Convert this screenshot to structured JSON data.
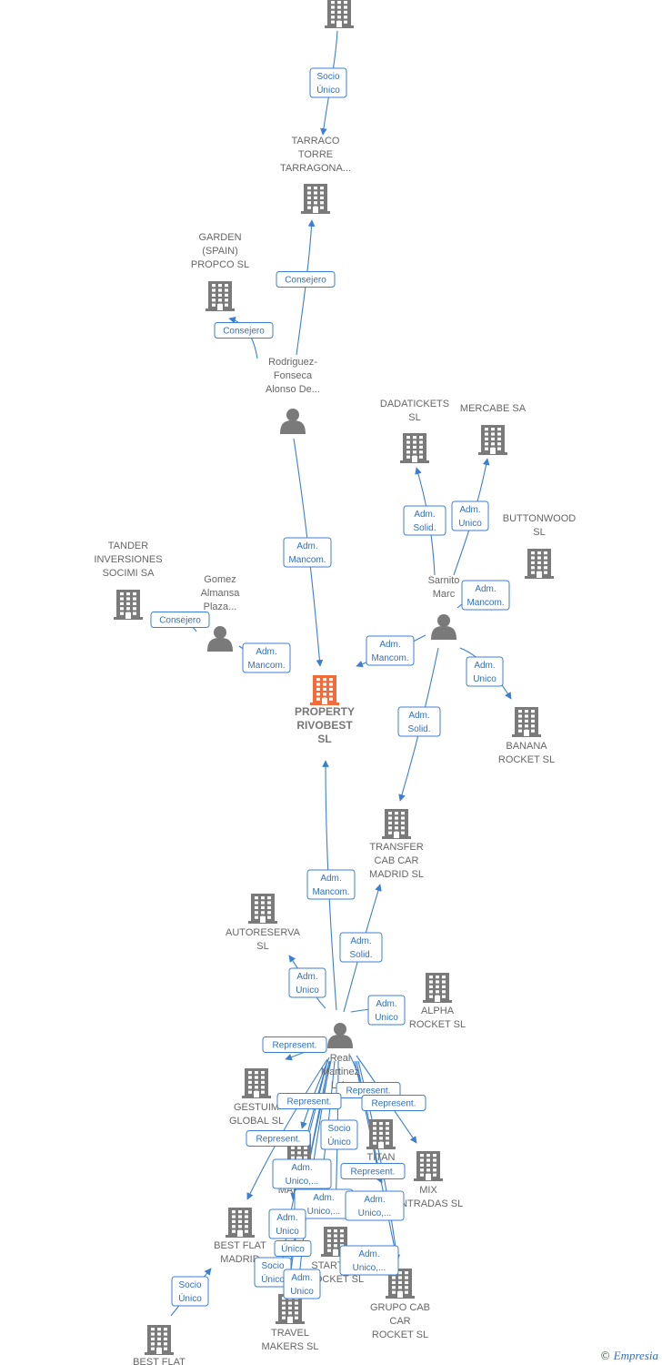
{
  "colors": {
    "company": "#7a7a7a",
    "main_company": "#f26b3a",
    "person": "#7a7a7a",
    "edge": "#3b7fd4"
  },
  "nodes": [
    {
      "id": "top",
      "type": "company",
      "lines": []
    },
    {
      "id": "tarraco",
      "type": "company",
      "lines": [
        "TARRACO",
        "TORRE",
        "TARRAGONA..."
      ]
    },
    {
      "id": "garden",
      "type": "company",
      "lines": [
        "GARDEN",
        "(SPAIN)",
        "PROPCO  SL"
      ]
    },
    {
      "id": "rodriguez",
      "type": "person",
      "lines": [
        "Rodriguez-",
        "Fonseca",
        "Alonso De..."
      ]
    },
    {
      "id": "dadatickets",
      "type": "company",
      "lines": [
        "DADATICKETS",
        "SL"
      ]
    },
    {
      "id": "mercabe",
      "type": "company",
      "lines": [
        "MERCABE SA"
      ]
    },
    {
      "id": "buttonwood",
      "type": "company",
      "lines": [
        "BUTTONWOOD",
        "SL"
      ]
    },
    {
      "id": "tander",
      "type": "company",
      "lines": [
        "TANDER",
        "INVERSIONES",
        "SOCIMI SA"
      ]
    },
    {
      "id": "gomez",
      "type": "person",
      "lines": [
        "Gomez",
        "Almansa",
        "Plaza..."
      ]
    },
    {
      "id": "sarnito",
      "type": "person",
      "lines": [
        "Sarnito",
        "Marc"
      ]
    },
    {
      "id": "property",
      "type": "main",
      "lines": [
        "PROPERTY",
        "RIVOBEST",
        "SL"
      ]
    },
    {
      "id": "banana",
      "type": "company",
      "lines": [
        "BANANA",
        "ROCKET  SL"
      ]
    },
    {
      "id": "transfer",
      "type": "company",
      "lines": [
        "TRANSFER",
        "CAB CAR",
        "MADRID  SL"
      ]
    },
    {
      "id": "autoreserva",
      "type": "company",
      "lines": [
        "AUTORESERVA",
        "SL"
      ]
    },
    {
      "id": "alpha",
      "type": "company",
      "lines": [
        "ALPHA",
        "ROCKET  SL"
      ]
    },
    {
      "id": "real",
      "type": "person",
      "lines": [
        "Real",
        "Martinez",
        "Luis"
      ]
    },
    {
      "id": "gestuim",
      "type": "company",
      "lines": [
        "GESTUIM",
        "GLOBAL  SL"
      ]
    },
    {
      "id": "titan",
      "type": "company",
      "lines": [
        "TITAN"
      ]
    },
    {
      "id": "mix",
      "type": "company",
      "lines": [
        "MIX",
        "ENTRADAS  SL"
      ]
    },
    {
      "id": "makers",
      "type": "company",
      "lines": [
        "MAKERS"
      ]
    },
    {
      "id": "bestflat",
      "type": "company",
      "lines": [
        "BEST FLAT",
        "MADRID"
      ]
    },
    {
      "id": "start",
      "type": "company",
      "lines": [
        "START  UP",
        "ROCKET  SL"
      ]
    },
    {
      "id": "grupo",
      "type": "company",
      "lines": [
        "GRUPO CAB",
        "CAR",
        "ROCKET  SL"
      ]
    },
    {
      "id": "travel",
      "type": "company",
      "lines": [
        "TRAVEL",
        "MAKERS SL"
      ]
    },
    {
      "id": "bestflat2",
      "type": "company",
      "lines": [
        "BEST FLAT"
      ]
    }
  ],
  "edges": [
    {
      "from": "top",
      "to": "tarraco",
      "label": [
        "Socio",
        "Único"
      ]
    },
    {
      "from": "rodriguez",
      "to": "tarraco",
      "label": [
        "Consejero"
      ]
    },
    {
      "from": "rodriguez",
      "to": "garden",
      "label": [
        "Consejero"
      ]
    },
    {
      "from": "rodriguez",
      "to": "property",
      "label": [
        "Adm.",
        "Mancom."
      ]
    },
    {
      "from": "sarnito",
      "to": "dadatickets",
      "label": [
        "Adm.",
        "Solid."
      ]
    },
    {
      "from": "sarnito",
      "to": "mercabe",
      "label": [
        "Adm.",
        "Unico"
      ]
    },
    {
      "from": "sarnito",
      "to": "buttonwood",
      "label": [
        "Adm.",
        "Mancom."
      ]
    },
    {
      "from": "sarnito",
      "to": "property",
      "label": [
        "Adm.",
        "Mancom."
      ]
    },
    {
      "from": "sarnito",
      "to": "banana",
      "label": [
        "Adm.",
        "Unico"
      ]
    },
    {
      "from": "sarnito",
      "to": "transfer",
      "label": [
        "Adm.",
        "Solid."
      ]
    },
    {
      "from": "gomez",
      "to": "tander",
      "label": [
        "Consejero"
      ]
    },
    {
      "from": "gomez",
      "to": "property",
      "label": [
        "Adm.",
        "Mancom."
      ]
    },
    {
      "from": "real",
      "to": "property",
      "label": [
        "Adm.",
        "Mancom."
      ]
    },
    {
      "from": "real",
      "to": "transfer",
      "label": [
        "Adm.",
        "Solid."
      ]
    },
    {
      "from": "real",
      "to": "autoreserva",
      "label": [
        "Adm.",
        "Unico"
      ]
    },
    {
      "from": "real",
      "to": "alpha",
      "label": [
        "Adm.",
        "Unico"
      ]
    },
    {
      "from": "real",
      "to": "gestuim",
      "label": [
        "Represent."
      ]
    },
    {
      "from": "real",
      "to": "titan",
      "label": [
        "Represent."
      ]
    },
    {
      "from": "real",
      "to": "mix",
      "label": [
        "Represent."
      ]
    },
    {
      "from": "real",
      "to": "makers",
      "label": [
        "Represent."
      ]
    },
    {
      "from": "real",
      "to": "bestflat",
      "label": [
        "Represent."
      ]
    },
    {
      "from": "real",
      "to": "start",
      "label": [
        "Socio",
        "Único"
      ]
    },
    {
      "from": "real",
      "to": "makers",
      "label": [
        "Adm.",
        "Unico,..."
      ]
    },
    {
      "from": "real",
      "to": "grupo",
      "label": [
        "Represent."
      ]
    },
    {
      "from": "real",
      "to": "start",
      "label": [
        "Adm.",
        "Unico,..."
      ]
    },
    {
      "from": "real",
      "to": "grupo",
      "label": [
        "Adm.",
        "Unico,..."
      ]
    },
    {
      "from": "real",
      "to": "travel",
      "label": [
        "Adm.",
        "Unico"
      ]
    },
    {
      "from": "real",
      "to": "travel",
      "label": [
        "Único"
      ]
    },
    {
      "from": "real",
      "to": "travel",
      "label": [
        "Socio",
        "Único"
      ]
    },
    {
      "from": "real",
      "to": "travel",
      "label": [
        "Adm.",
        "Unico"
      ]
    },
    {
      "from": "real",
      "to": "grupo",
      "label": [
        "Adm.",
        "Unico,..."
      ]
    },
    {
      "from": "bestflat2",
      "to": "bestflat",
      "label": [
        "Socio",
        "Único"
      ]
    }
  ],
  "brand": {
    "symbol": "©",
    "name": "Empresia"
  }
}
